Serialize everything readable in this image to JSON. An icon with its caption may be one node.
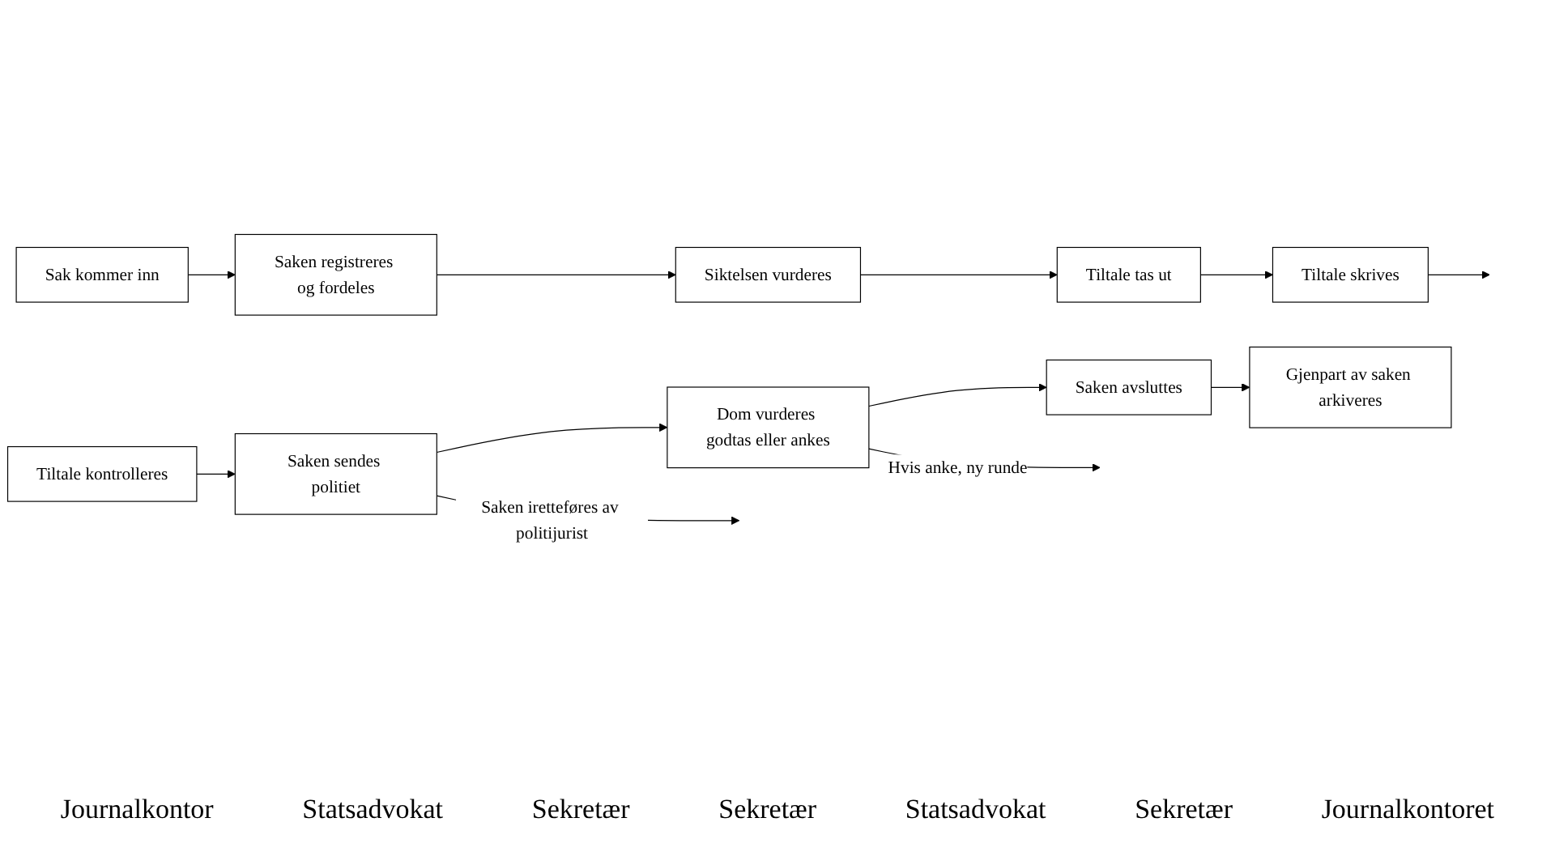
{
  "diagram": {
    "nodes": [
      {
        "text": [
          "Sak kommer inn"
        ]
      },
      {
        "text": [
          "Saken registreres og fordeles"
        ]
      },
      {
        "text": [
          "Siktelsen vurderes"
        ]
      },
      {
        "text": [
          "Tiltale tas ut"
        ]
      },
      {
        "text": [
          "Tiltale skrives"
        ]
      },
      {
        "text": [
          "Tiltale kontrolleres"
        ]
      },
      {
        "text": [
          "Saken sendes politiet"
        ]
      },
      {
        "text": [
          "Dom vurderes godtas eller ankes"
        ]
      },
      {
        "text": [
          "Saken avsluttes"
        ]
      },
      {
        "text": [
          "Gjenpart av saken arkiveres"
        ]
      }
    ],
    "edges": [
      {
        "from": 0,
        "to": 1,
        "arrow": "to"
      },
      {
        "from": 1,
        "to": 2,
        "arrow": "to"
      },
      {
        "from": 2,
        "to": 3,
        "arrow": "to"
      },
      {
        "from": 3,
        "to": 4,
        "arrow": "to"
      },
      {
        "from": 4,
        "to": null,
        "arrow": "to"
      },
      {
        "from": 5,
        "to": 6,
        "arrow": "to"
      },
      {
        "from": 6,
        "to": 7,
        "arrow": "to"
      },
      {
        "from": 7,
        "to": 8,
        "arrow": "to"
      },
      {
        "from": 8,
        "to": 9,
        "arrow": "to"
      },
      {
        "from": 6,
        "to": null,
        "arrow": "to",
        "label": "Saken iretteføres av politijurist"
      },
      {
        "from": 7,
        "to": null,
        "arrow": "to",
        "label": "Hvis anke, ny runde"
      }
    ],
    "labels": [
      "Journalkontor",
      "Statsadvokat",
      "Sekretær",
      "Sekretær",
      "Statsadvokat",
      "Sekretær",
      "Journalkontoret"
    ]
  }
}
